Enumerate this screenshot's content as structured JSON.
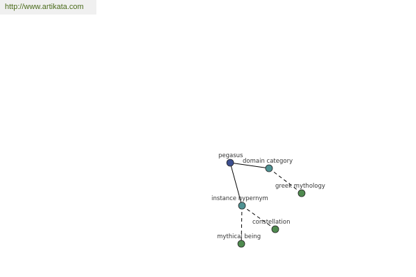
{
  "watermark": {
    "text": "http://www.artikata.com"
  },
  "graph": {
    "nodes": [
      {
        "id": "pegasus",
        "label": "pegasus",
        "color": "#3c4f8f"
      },
      {
        "id": "domain-category",
        "label": "domain category",
        "color": "#4f9293"
      },
      {
        "id": "greek-mythology",
        "label": "greek mythology",
        "color": "#4f8a4f"
      },
      {
        "id": "instance-hypernym",
        "label": "instance hypernym",
        "color": "#4f9293"
      },
      {
        "id": "constellation",
        "label": "constellation",
        "color": "#4f8a4f"
      },
      {
        "id": "mythical-being",
        "label": "mythical being",
        "color": "#4f8a4f"
      }
    ],
    "edges": [
      {
        "from": "pegasus",
        "to": "domain-category",
        "style": "solid"
      },
      {
        "from": "domain-category",
        "to": "greek-mythology",
        "style": "dashed"
      },
      {
        "from": "pegasus",
        "to": "instance-hypernym",
        "style": "solid"
      },
      {
        "from": "instance-hypernym",
        "to": "constellation",
        "style": "dashed"
      },
      {
        "from": "instance-hypernym",
        "to": "mythical-being",
        "style": "dashed"
      }
    ]
  }
}
